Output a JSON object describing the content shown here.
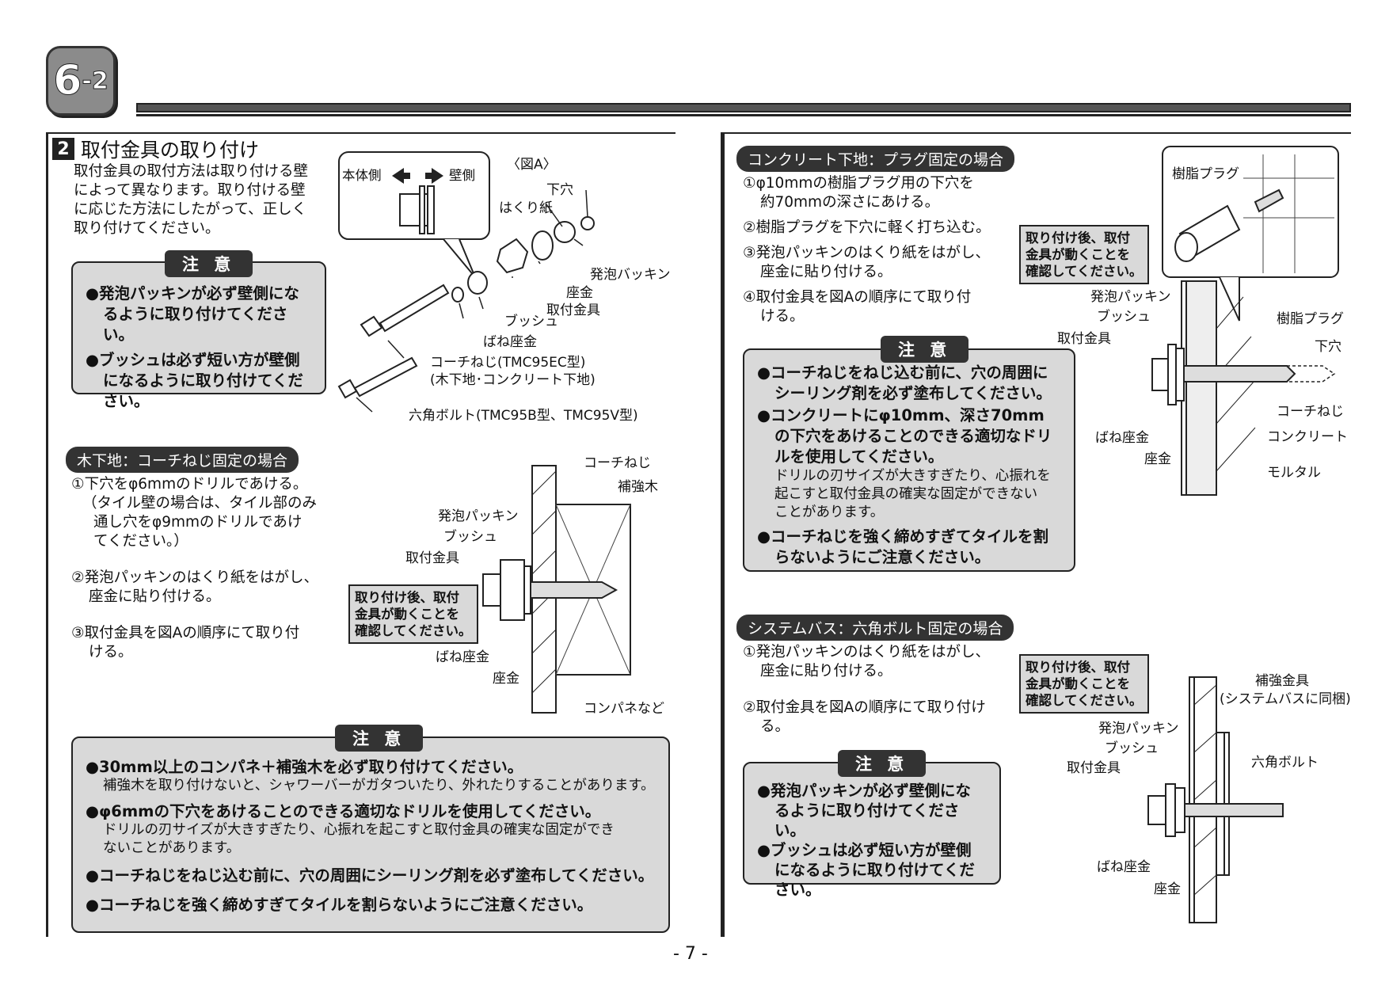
{
  "badge": {
    "main": "6",
    "sub": "-2"
  },
  "section": {
    "num": "2",
    "title": "取付金具の取り付け"
  },
  "intro": [
    "取付金具の取付方法は取り付ける壁",
    "によって異なります。取り付ける壁",
    "に応じた方法にしたがって、正しく",
    "取り付けてください。"
  ],
  "caution_label": "注 意",
  "caution1": [
    "●発泡パッキンが必ず壁側にな",
    "るように取り付けてください。",
    "●ブッシュは必ず短い方が壁側",
    "になるように取り付けてくだ",
    "さい。"
  ],
  "figA": {
    "title": "〈図A〉",
    "body_side": "本体側",
    "wall_side": "壁側",
    "shita_ana": "下穴",
    "hakurishi": "はくり紙",
    "happo": "発泡バッキン",
    "zagane": "座金",
    "toritsuke": "取付金具",
    "bush": "ブッシュ",
    "bane": "ばね座金",
    "coach": "コーチねじ(TMC95EC型)",
    "coach_sub": "(木下地･コンクリート下地)",
    "hex": "六角ボルト(TMC95B型、TMC95V型)"
  },
  "wood": {
    "pill": "木下地：コーチねじ固定の場合",
    "steps": [
      "①下穴をφ6mmのドリルであける。",
      "（タイル壁の場合は、タイル部のみ",
      "通し穴をφ9mmのドリルであけ",
      "てください。）",
      "②発泡パッキンのはくり紙をはがし、",
      "座金に貼り付ける。",
      "③取付金具を図Aの順序にて取り付",
      "ける。"
    ],
    "labels": {
      "coach": "コーチねじ",
      "hokyo": "補強木",
      "happo": "発泡パッキン",
      "bush": "ブッシュ",
      "toritsuke": "取付金具",
      "bane": "ばね座金",
      "zagane": "座金",
      "konpane": "コンパネなど"
    },
    "callout": [
      "取り付け後、取付",
      "金具が動くことを",
      "確認してください。"
    ]
  },
  "caution_big": {
    "items": [
      {
        "b": "●30mm以上のコンパネ＋補強木を必ず取り付けてください。",
        "n": "補強木を取り付けないと、シャワーバーがガタついたり、外れたりすることがあります。"
      },
      {
        "b": "●φ6mmの下穴をあけることのできる適切なドリルを使用してください。",
        "n": "ドリルの刃サイズが大きすぎたり、心振れを起こすと取付金具の確実な固定ができ",
        "n2": "ないことがあります。"
      },
      {
        "b": "●コーチねじをねじ込む前に、穴の周囲にシーリング剤を必ず塗布してください。"
      },
      {
        "b": "●コーチねじを強く締めすぎてタイルを割らないようにご注意ください。"
      }
    ]
  },
  "concrete": {
    "pill": "コンクリート下地：プラグ固定の場合",
    "steps": [
      "①φ10mmの樹脂プラグ用の下穴を",
      "約70mmの深さにあける。",
      "②樹脂プラグを下穴に軽く打ち込む。",
      "③発泡パッキンのはくり紙をはがし、",
      "座金に貼り付ける。",
      "④取付金具を図Aの順序にて取り付",
      "ける。"
    ],
    "caution": [
      {
        "b": "●コーチねじをねじ込む前に、穴の周囲に",
        "b2": "シーリング剤を必ず塗布してください。"
      },
      {
        "b": "●コンクリートにφ10mm、深さ70mm",
        "b2": "の下穴をあけることのできる適切なドリ",
        "b3": "ルを使用してください。",
        "n": "ドリルの刃サイズが大きすぎたり、心振れを",
        "n2": "起こすと取付金具の確実な固定ができない",
        "n3": "ことがあります。"
      },
      {
        "b": "●コーチねじを強く締めすぎてタイルを割",
        "b2": "らないようにご注意ください。"
      }
    ],
    "labels": {
      "jushi": "樹脂プラグ",
      "happo": "発泡パッキン",
      "bush": "ブッシュ",
      "toritsuke": "取付金具",
      "jushi2": "樹脂プラグ",
      "shita": "下穴",
      "coach": "コーチねじ",
      "concrete": "コンクリート",
      "bane": "ばね座金",
      "mortar": "モルタル",
      "zagane": "座金"
    },
    "callout": [
      "取り付け後、取付",
      "金具が動くことを",
      "確認してください。"
    ]
  },
  "bath": {
    "pill": "システムバス：六角ボルト固定の場合",
    "steps": [
      "①発泡パッキンのはくり紙をはがし、",
      "座金に貼り付ける。",
      "②取付金具を図Aの順序にて取り付け",
      "る。"
    ],
    "caution": [
      "●発泡パッキンが必ず壁側にな",
      "るように取り付けてください。",
      "●ブッシュは必ず短い方が壁側",
      "になるように取り付けてくだ",
      "さい。"
    ],
    "labels": {
      "hokyo": "補強金具",
      "hokyo_sub": "(システムバスに同梱)",
      "happo": "発泡パッキン",
      "bush": "ブッシュ",
      "toritsuke": "取付金具",
      "hex": "六角ボルト",
      "bane": "ばね座金",
      "zagane": "座金"
    },
    "callout": [
      "取り付け後、取付",
      "金具が動くことを",
      "確認してください。"
    ]
  },
  "page_number": "- 7 -"
}
